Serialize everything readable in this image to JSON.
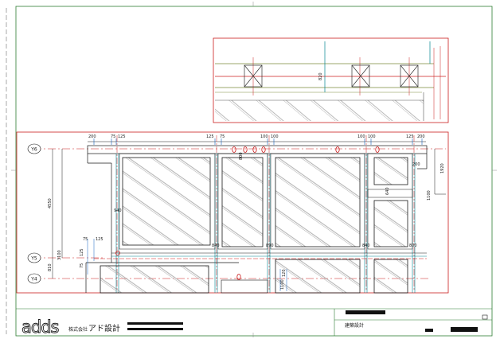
{
  "drawing": {
    "grid_labels": [
      "Y6",
      "Y5",
      "Y4"
    ],
    "top_dimensions": [
      "200",
      "75",
      "125",
      "125",
      "75",
      "100",
      "100",
      "100",
      "100",
      "125",
      "200"
    ],
    "right_dimensions": [
      "1920",
      "200",
      "1100"
    ],
    "left_dimensions": [
      "4550",
      "3100",
      "810",
      "75",
      "125",
      "125",
      "75"
    ],
    "panel_widths": [
      "940",
      "840",
      "890",
      "840",
      "640",
      "800",
      "800"
    ],
    "bottom_dimensions": [
      "1100",
      "120"
    ],
    "inset_dimension": "820"
  },
  "title_block": {
    "logo": "adds",
    "company_type": "株式会社",
    "company_name": "アド設計",
    "field_label": "建築設計"
  },
  "colors": {
    "outline_red": "#cc1f1f",
    "frame_green": "#2e7d32",
    "glass_line": "#9a9a9a",
    "dimension_line": "#1a1a1a",
    "accent_cyan": "#00838f",
    "inset_olive": "#7a8a3a",
    "tick_blue": "#1565c0"
  }
}
